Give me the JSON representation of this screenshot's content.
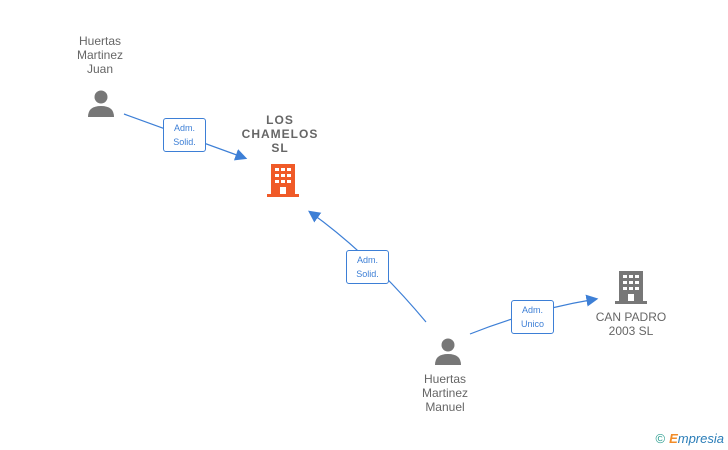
{
  "nodes": {
    "person_juan": {
      "name": "Huertas\nMartinez\nJuan",
      "icon": "person-icon"
    },
    "company_chamelos": {
      "name": "LOS\nCHAMELOS\nSL",
      "icon": "building-icon",
      "color": "#f05a28"
    },
    "company_can_padro": {
      "name": "CAN PADRO\n2003 SL",
      "icon": "building-icon",
      "color": "#777777"
    },
    "person_manuel": {
      "name": "Huertas\nMartinez\nManuel",
      "icon": "person-icon"
    }
  },
  "edges": {
    "juan_to_chamelos": "Adm.\nSolid.",
    "manuel_to_chamelos": "Adm.\nSolid.",
    "manuel_to_can_padro": "Adm.\nUnico"
  },
  "colors": {
    "edge": "#3d7fd6",
    "person": "#777777"
  },
  "footer": {
    "copyright": "©",
    "brand_initial": "E",
    "brand_rest": "mpresia"
  }
}
